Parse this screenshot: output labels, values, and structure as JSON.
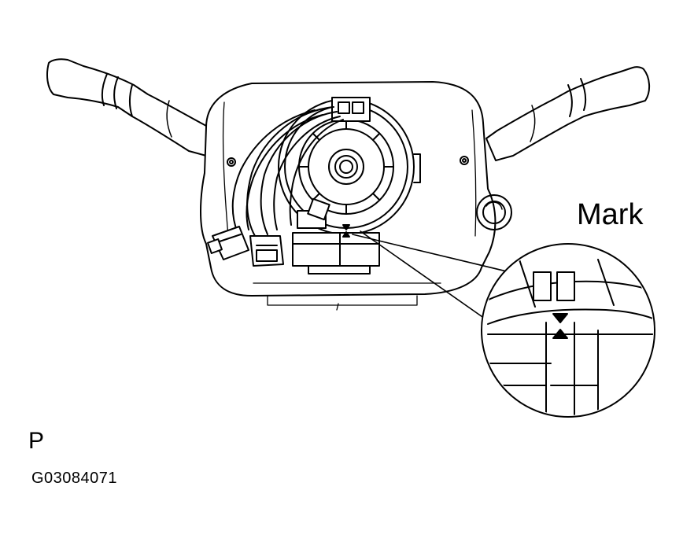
{
  "labels": {
    "mark": "Mark",
    "view_code": "P",
    "figure_id": "G03084071"
  },
  "colors": {
    "ink": "#000000",
    "paper": "#ffffff",
    "shade": "#e8e8e8"
  }
}
